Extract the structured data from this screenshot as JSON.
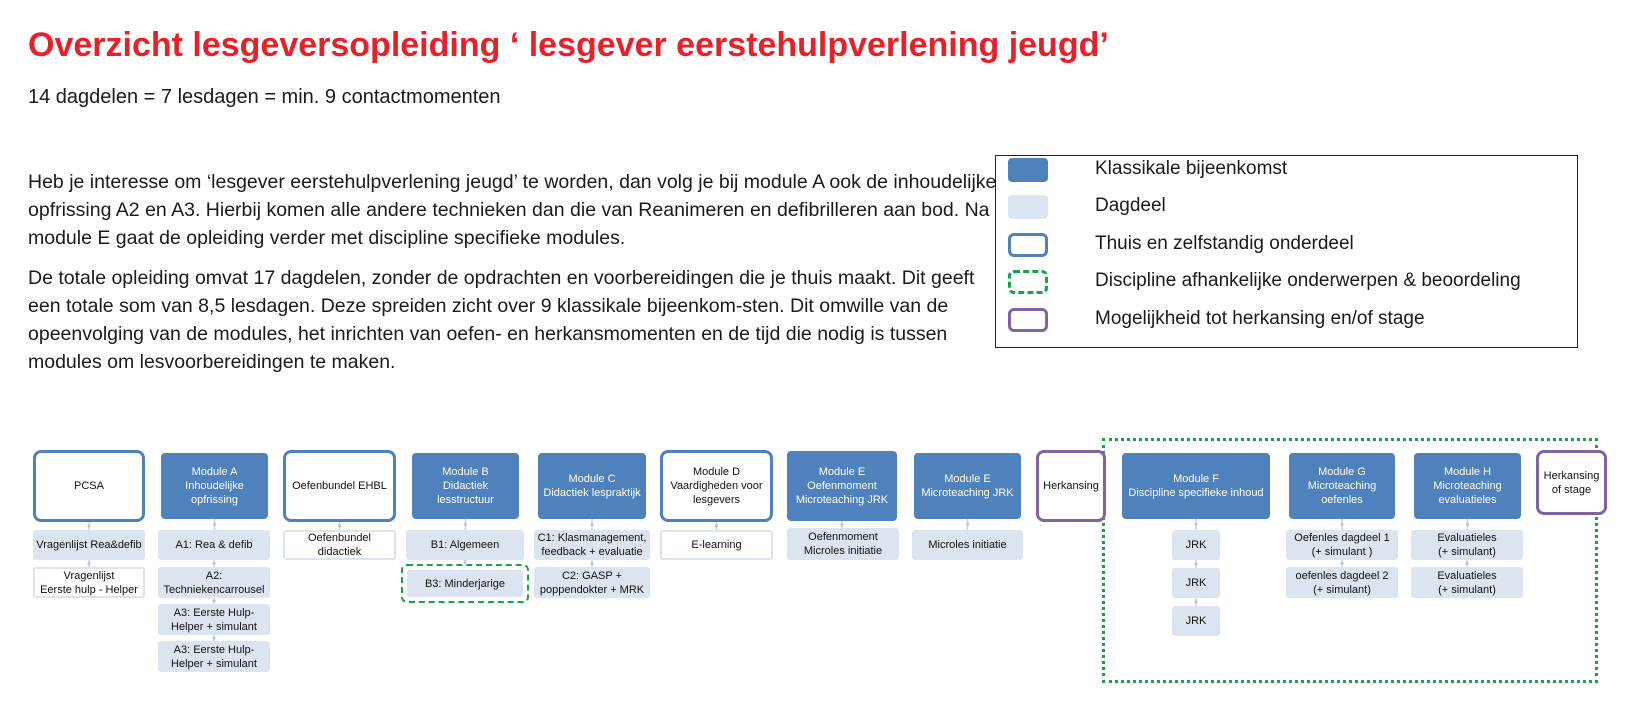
{
  "title": "Overzicht lesgeversopleiding ‘ lesgever eerstehulpverlening jeugd’",
  "subtitle": "14 dagdelen = 7 lesdagen = min. 9 contactmomenten",
  "intro": {
    "p1": "Heb je interesse om ‘lesgever eerstehulpverlening jeugd’ te worden, dan volg je bij module A ook de inhoudelijke opfrissing A2 en A3. Hierbij komen alle andere technieken dan die van Reanimeren en defibrilleren aan bod. Na module E gaat de opleiding verder met discipline specifieke modules.",
    "p2": "De totale opleiding omvat 17 dagdelen, zonder de opdrachten en voorbereidingen die je thuis maakt. Dit geeft een totale som van 8,5 lesdagen. Deze spreiden zicht over 9 klassikale bijeenkom-sten. Dit omwille van de opeenvolging van de modules, het inrichten van oefen- en herkansmomenten en de tijd die nodig is tussen modules om lesvoorbereidingen te maken."
  },
  "legend": {
    "classroom": "Klassikale bijeenkomst",
    "half_day": "Dagdeel",
    "home": "Thuis en zelfstandig onderdeel",
    "discipline": "Discipline afhankelijke onderwerpen & beoordeling",
    "retake": "Mogelijkheid tot herkansing en/of stage"
  },
  "colors": {
    "title": "#e8202a",
    "solid_blue": "#4f81bd",
    "light_blue": "#dce4ef",
    "green": "#16a34a",
    "purple": "#8064a2"
  },
  "modules": [
    {
      "label": "PCSA",
      "items": [
        "Vragenlijst Rea&defib",
        "Vragenlijst\nEerste hulp - Helper"
      ]
    },
    {
      "label": "Module A\nInhoudelijke\nopfrissing",
      "items": [
        "A1: Rea & defib",
        "A2:\nTechniekencarrousel",
        "A3: Eerste Hulp-\nHelper + simulant",
        "A3: Eerste Hulp-\nHelper + simulant"
      ]
    },
    {
      "label": "Oefenbundel EHBL",
      "items": [
        "Oefenbundel\ndidactiek"
      ]
    },
    {
      "label": "Module B\nDidactiek\nlesstructuur",
      "items": [
        "B1: Algemeen",
        "B3: Minderjarige"
      ]
    },
    {
      "label": "Module C\nDidactiek lespraktijk",
      "items": [
        "C1: Klasmanagement,\nfeedback + evaluatie",
        "C2: GASP +\npoppendokter + MRK"
      ]
    },
    {
      "label": "Module D\nVaardigheden voor\nlesgevers",
      "items": [
        "E-learning"
      ]
    },
    {
      "label": "Module E\nOefenmoment\nMicroteaching JRK",
      "items": [
        "Oefenmoment\nMicroles initiatie"
      ]
    },
    {
      "label": "Module E\nMicroteaching JRK",
      "items": [
        "Microles initiatie"
      ]
    },
    {
      "label": "Herkansing",
      "items": []
    },
    {
      "label": "Module F\nDiscipline specifieke inhoud",
      "items": [
        "JRK",
        "JRK",
        "JRK"
      ]
    },
    {
      "label": "Module G\nMicroteaching\noefenles",
      "items": [
        "Oefenles dagdeel 1\n(+ simulant )",
        "oefenles dagdeel 2\n(+ simulant)"
      ]
    },
    {
      "label": "Module H\nMicroteaching\nevaluatieles",
      "items": [
        "Evaluatieles\n(+ simulant)",
        "Evaluatieles\n(+ simulant)"
      ]
    },
    {
      "label": "Herkansing\nof stage",
      "items": []
    }
  ]
}
